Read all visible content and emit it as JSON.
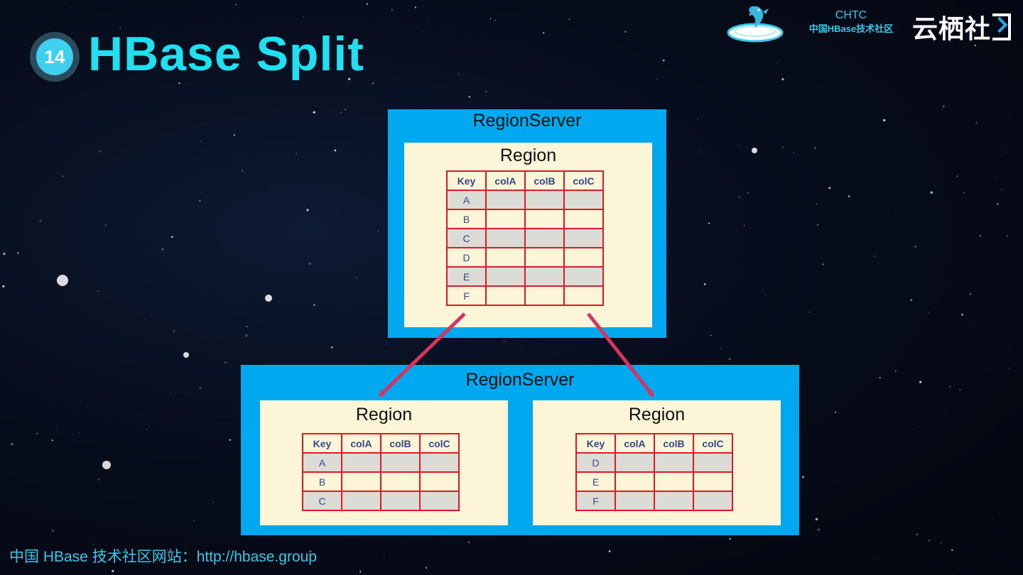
{
  "slide": {
    "number": "14",
    "title": "HBase Split"
  },
  "brand": {
    "org_short": "CHTC",
    "org_full": "中国HBase技术社区",
    "partner": "云栖社",
    "logo_icon": "dolphin-logo-icon"
  },
  "diagram": {
    "top_server": {
      "label": "RegionServer",
      "region": {
        "label": "Region",
        "headers": [
          "Key",
          "colA",
          "colB",
          "colC"
        ],
        "rows": [
          "A",
          "B",
          "C",
          "D",
          "E",
          "F"
        ]
      }
    },
    "bottom_server": {
      "label": "RegionServer",
      "regions": [
        {
          "label": "Region",
          "headers": [
            "Key",
            "colA",
            "colB",
            "colC"
          ],
          "rows": [
            "A",
            "B",
            "C"
          ]
        },
        {
          "label": "Region",
          "headers": [
            "Key",
            "colA",
            "colB",
            "colC"
          ],
          "rows": [
            "D",
            "E",
            "F"
          ]
        }
      ]
    }
  },
  "colors": {
    "title": "#20e0ef",
    "server_fill": "#00a8ef",
    "region_fill": "#fdf5d8",
    "table_border": "#e0192a",
    "arrow": "#d6345f"
  },
  "footer": {
    "text": "中国 HBase 技术社区网站：http://hbase.group"
  }
}
